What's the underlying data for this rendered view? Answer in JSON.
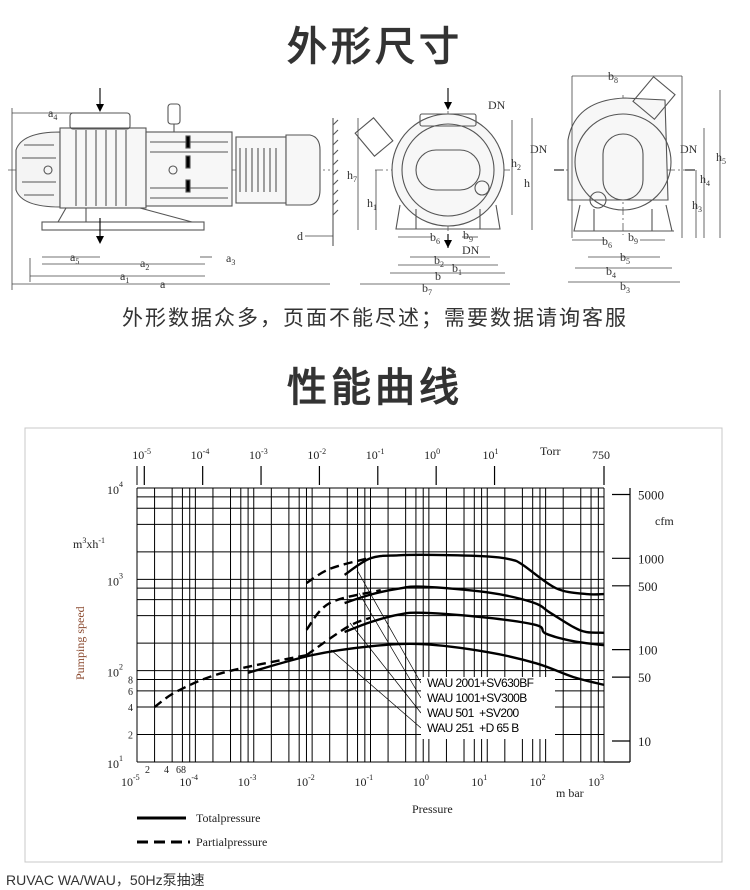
{
  "sections": {
    "dimensions_title": "外形尺寸",
    "dimensions_note": "外形数据众多，页面不能尽述；需要数据请询客服",
    "performance_title": "性能曲线",
    "caption": "RUVAC WA/WAU，50Hz泵抽速"
  },
  "drawing_labels": {
    "side": [
      {
        "l": "a",
        "s": "4"
      },
      {
        "l": "a",
        "s": "5"
      },
      {
        "l": "a",
        "s": "2"
      },
      {
        "l": "a",
        "s": "3"
      },
      {
        "l": "a",
        "s": "1"
      },
      {
        "l": "a",
        "s": ""
      },
      {
        "l": "d",
        "s": ""
      }
    ],
    "front": [
      {
        "l": "DN",
        "s": ""
      },
      {
        "l": "h",
        "s": "7"
      },
      {
        "l": "h",
        "s": "1"
      },
      {
        "l": "h",
        "s": "2"
      },
      {
        "l": "h",
        "s": ""
      },
      {
        "l": "b",
        "s": "6"
      },
      {
        "l": "b",
        "s": "9"
      },
      {
        "l": "DN",
        "s": ""
      },
      {
        "l": "b",
        "s": "2"
      },
      {
        "l": "b",
        "s": "1"
      },
      {
        "l": "b",
        "s": ""
      },
      {
        "l": "b",
        "s": "7"
      }
    ],
    "rear": [
      {
        "l": "b",
        "s": "8"
      },
      {
        "l": "DN",
        "s": ""
      },
      {
        "l": "DN",
        "s": ""
      },
      {
        "l": "h",
        "s": "5"
      },
      {
        "l": "h",
        "s": "4"
      },
      {
        "l": "h",
        "s": "3"
      },
      {
        "l": "b",
        "s": "6"
      },
      {
        "l": "b",
        "s": "9"
      },
      {
        "l": "b",
        "s": "5"
      },
      {
        "l": "b",
        "s": "4"
      },
      {
        "l": "b",
        "s": "3"
      }
    ]
  },
  "colors": {
    "title": "#333333",
    "line": "#000000",
    "ylabel": "#8b4a2f",
    "drawing": "#555555"
  },
  "chart_data": {
    "type": "line",
    "xscale": "log",
    "yscale": "log",
    "xlim": [
      1e-05,
      1000
    ],
    "ylim": [
      10,
      10000
    ],
    "xlabel": "Pressure",
    "xunit": "m bar",
    "ylabel": "Pumping speed",
    "yunit": {
      "base": "m",
      "exp1": "3",
      "mid": "xh",
      "exp2": "-1"
    },
    "bottom_ticks": {
      "base": "10",
      "exponents": [
        "-5",
        "-4",
        "-3",
        "-2",
        "-1",
        "0",
        "1",
        "2",
        "3"
      ],
      "minor_labels": [
        "2",
        "4",
        "68"
      ]
    },
    "left_ticks": {
      "base": "10",
      "exponents": [
        "4",
        "3",
        "2",
        "1"
      ],
      "minor_labels": [
        "8",
        "6",
        "4",
        "2"
      ]
    },
    "top_axis": {
      "unit": "Torr",
      "base": "10",
      "exponents": [
        "-5",
        "-4",
        "-3",
        "-2",
        "-1",
        "0",
        "1"
      ],
      "end_label": "750"
    },
    "right_axis": {
      "unit": "cfm",
      "ticks": [
        "5000",
        "1000",
        "500",
        "100",
        "50",
        "10"
      ],
      "values": [
        5000,
        1000,
        500,
        100,
        50,
        10
      ]
    },
    "grid": true,
    "legend": {
      "placement": "bottom-left",
      "total": "Totalpressure",
      "partial": "Partialpressure"
    },
    "series": [
      {
        "name": "WAU 2001+SV630BF",
        "total": [
          [
            0.036,
            1120
          ],
          [
            0.1,
            1700
          ],
          [
            0.3,
            1830
          ],
          [
            1.2,
            1850
          ],
          [
            10,
            1780
          ],
          [
            25,
            1650
          ],
          [
            40,
            1450
          ],
          [
            150,
            800
          ],
          [
            500,
            690
          ],
          [
            1000,
            690
          ]
        ],
        "partial": [
          [
            0.008,
            910
          ],
          [
            0.02,
            1300
          ],
          [
            0.09,
            1700
          ]
        ]
      },
      {
        "name": "WAU 1001+SV300B",
        "total": [
          [
            0.036,
            550
          ],
          [
            0.1,
            680
          ],
          [
            0.3,
            790
          ],
          [
            0.8,
            830
          ],
          [
            10,
            720
          ],
          [
            60,
            560
          ],
          [
            120,
            430
          ],
          [
            300,
            300
          ],
          [
            500,
            265
          ],
          [
            1000,
            260
          ]
        ],
        "partial": [
          [
            0.008,
            280
          ],
          [
            0.02,
            550
          ],
          [
            0.15,
            760
          ]
        ]
      },
      {
        "name": "WAU 501  +SV200",
        "total": [
          [
            0.036,
            265
          ],
          [
            0.1,
            340
          ],
          [
            0.3,
            410
          ],
          [
            0.8,
            430
          ],
          [
            10,
            380
          ],
          [
            70,
            315
          ],
          [
            100,
            255
          ],
          [
            300,
            210
          ],
          [
            1000,
            190
          ]
        ],
        "partial": [
          [
            0.008,
            148
          ],
          [
            0.04,
            300
          ],
          [
            0.1,
            380
          ]
        ]
      },
      {
        "name": "WAU 251  +D 65 B",
        "total": [
          [
            0.0008,
            95
          ],
          [
            0.01,
            148
          ],
          [
            0.1,
            185
          ],
          [
            0.8,
            195
          ],
          [
            10,
            160
          ],
          [
            70,
            120
          ],
          [
            300,
            85
          ],
          [
            1000,
            70
          ]
        ],
        "partial": [
          [
            2e-05,
            40
          ],
          [
            5e-05,
            60
          ],
          [
            0.0003,
            95
          ],
          [
            0.008,
            148
          ]
        ]
      }
    ]
  }
}
